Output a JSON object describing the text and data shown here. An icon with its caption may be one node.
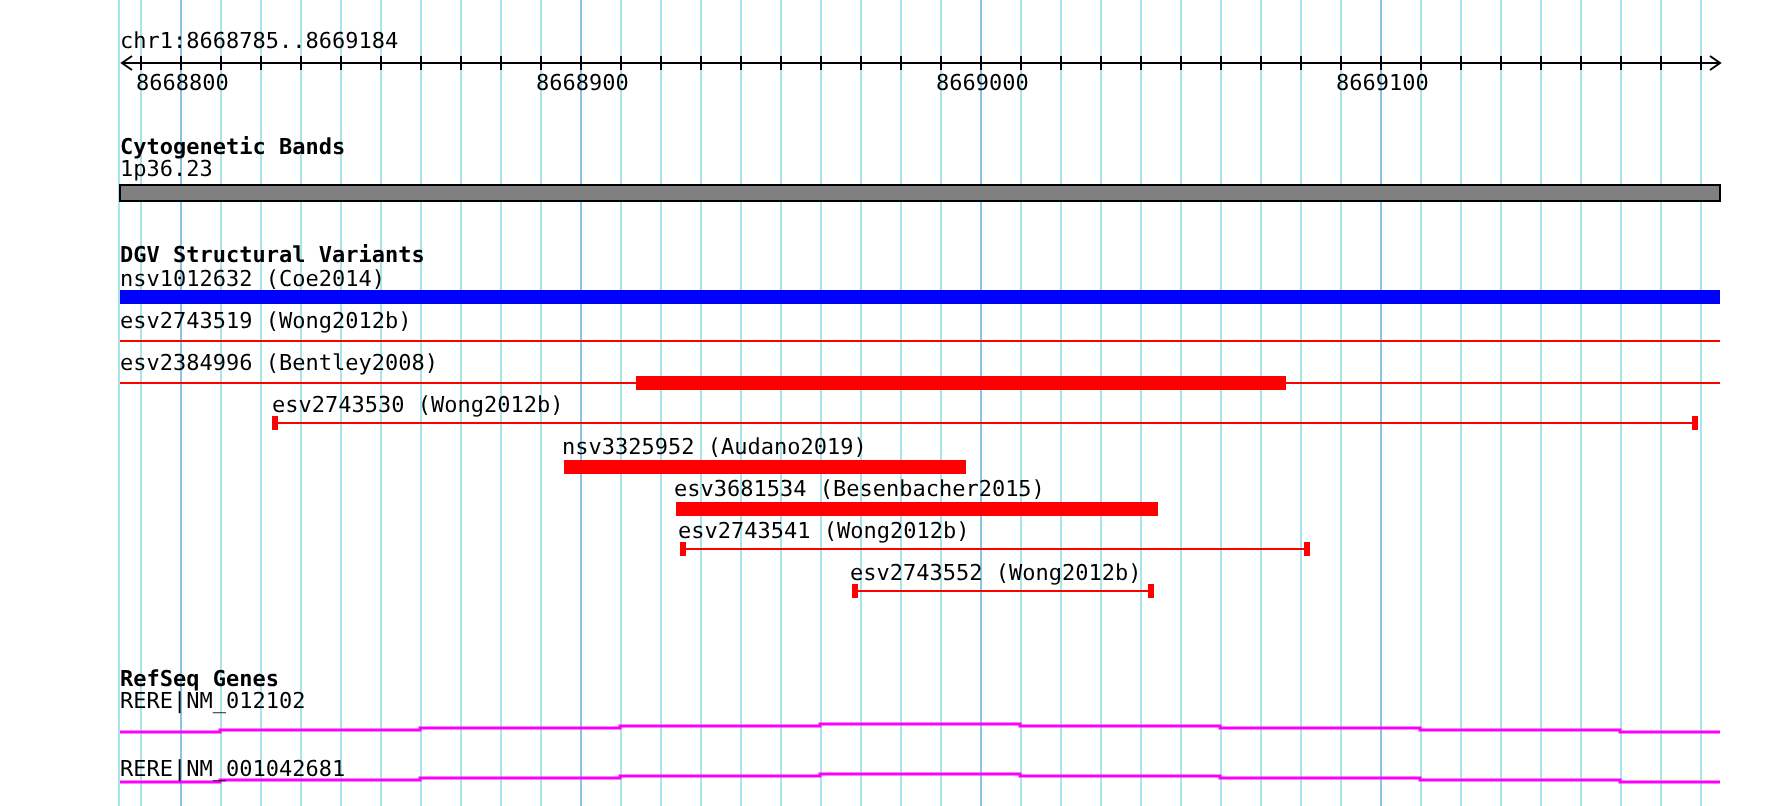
{
  "diagram": {
    "nodes": [
      {
        "text": [
          "1p36.23"
        ]
      },
      {
        "text": [
          "nsv1012632 (Coe2014)"
        ]
      },
      {
        "text": [
          "esv2743519 (Wong2012b)"
        ]
      },
      {
        "text": [
          "esv2384996 (Bentley2008)"
        ]
      },
      {
        "text": [
          "esv2743530 (Wong2012b)"
        ]
      },
      {
        "text": [
          "nsv3325952 (Audano2019)"
        ]
      },
      {
        "text": [
          "esv3681534 (Besenbacher2015)"
        ]
      },
      {
        "text": [
          "esv2743541 (Wong2012b)"
        ]
      },
      {
        "text": [
          "esv2743552 (Wong2012b)"
        ]
      },
      {
        "text": [
          "RERE|NM_012102"
        ]
      },
      {
        "text": [
          "RERE|NM_001042681"
        ]
      }
    ],
    "edges": [],
    "labels": [
      "chr1:8668785..8669184",
      "8668800",
      "8668900",
      "8669000",
      "8669100",
      "Cytogenetic Bands",
      "DGV Structural Variants",
      "RefSeq Genes"
    ]
  }
}
